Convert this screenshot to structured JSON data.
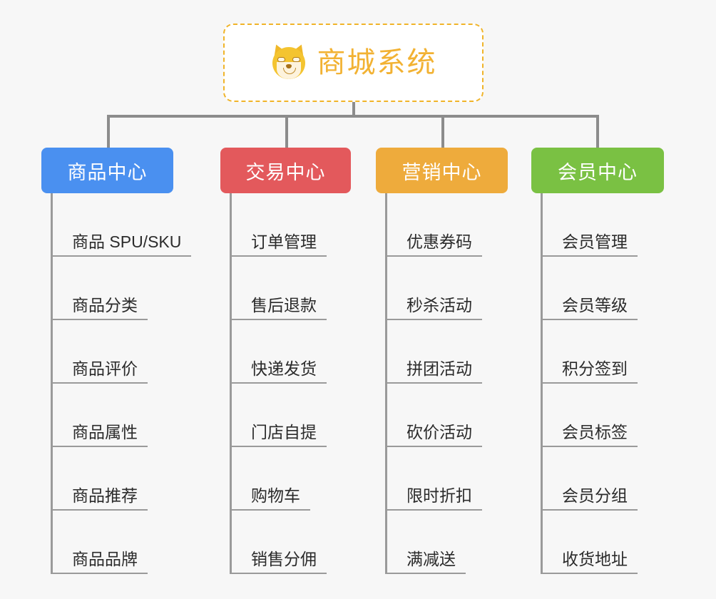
{
  "diagram": {
    "type": "org-tree",
    "root": {
      "title": "商城系统",
      "icon": "shiba-dog-emoji",
      "border_color": "#f0b429",
      "text_color": "#f2b233",
      "background": "#ffffff"
    },
    "background": "#f7f7f7",
    "connector_color": "#8c8c8c",
    "leaf_text_color": "#2b2b2b",
    "leaf_rule_color": "#9a9a9a",
    "branches": [
      {
        "label": "商品中心",
        "color": "#4a90f0",
        "items": [
          "商品 SPU/SKU",
          "商品分类",
          "商品评价",
          "商品属性",
          "商品推荐",
          "商品品牌"
        ]
      },
      {
        "label": "交易中心",
        "color": "#e3595c",
        "items": [
          "订单管理",
          "售后退款",
          "快递发货",
          "门店自提",
          "购物车",
          "销售分佣"
        ]
      },
      {
        "label": "营销中心",
        "color": "#eeab3c",
        "items": [
          "优惠券码",
          "秒杀活动",
          "拼团活动",
          "砍价活动",
          "限时折扣",
          "满减送"
        ]
      },
      {
        "label": "会员中心",
        "color": "#7ac143",
        "items": [
          "会员管理",
          "会员等级",
          "积分签到",
          "会员标签",
          "会员分组",
          "收货地址"
        ]
      }
    ]
  }
}
